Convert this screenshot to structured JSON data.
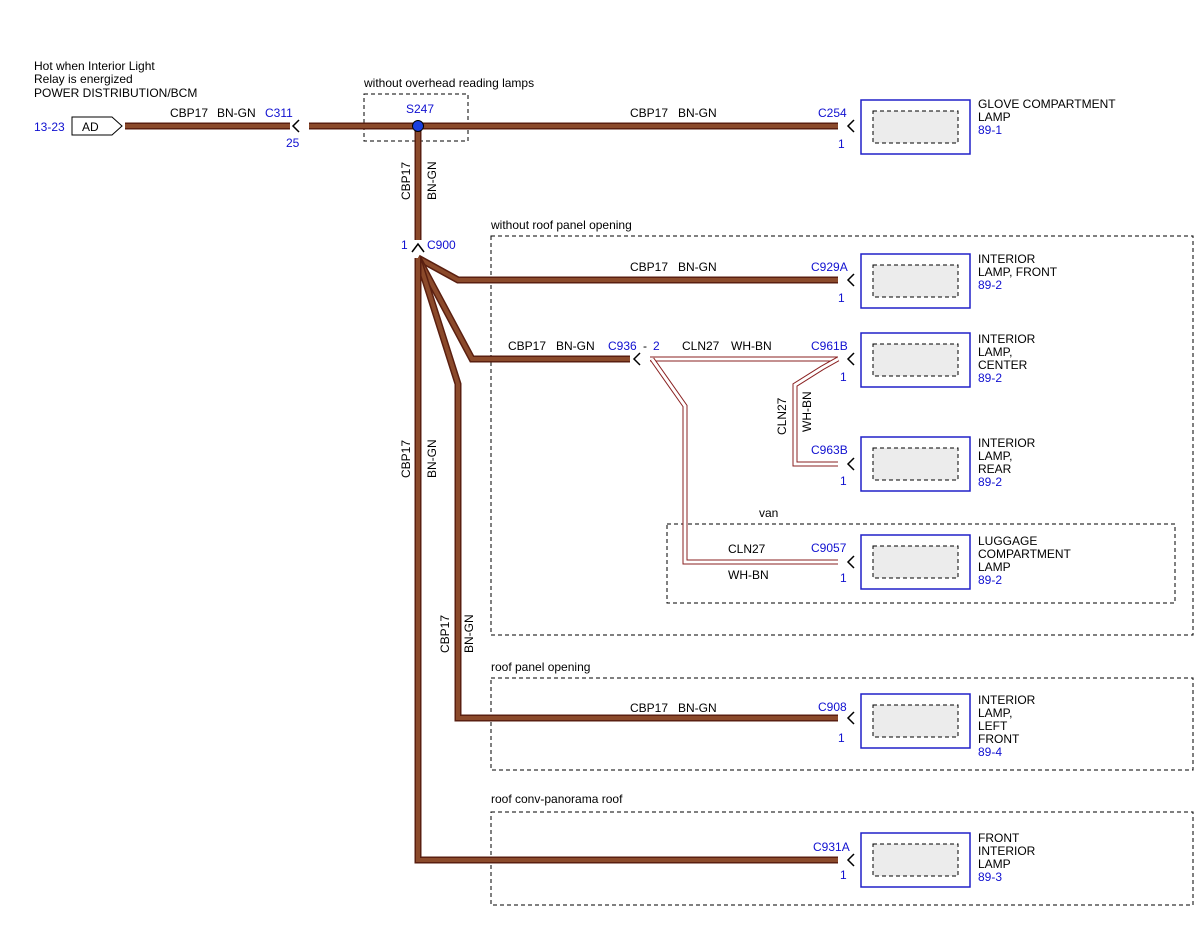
{
  "header": {
    "hot_line1": "Hot when Interior Light",
    "hot_line2": "Relay is energized",
    "hot_line3": "POWER DISTRIBUTION/BCM"
  },
  "source": {
    "ref": "13-23",
    "label": "AD"
  },
  "circuits": {
    "cbp17": "CBP17",
    "bn_gn": "BN-GN",
    "cln27": "CLN27",
    "wh_bn": "WH-BN"
  },
  "connectors": {
    "c311": "C311",
    "c311_pin": "25",
    "s247": "S247",
    "c254": "C254",
    "c254_pin": "1",
    "c900": "C900",
    "c900_pin": "1",
    "c929a": "C929A",
    "c929a_pin": "1",
    "c936": "C936",
    "c936_pin": "2",
    "c961b": "C961B",
    "c961b_pin": "1",
    "c963b": "C963B",
    "c963b_pin": "1",
    "c9057": "C9057",
    "c9057_pin": "1",
    "c908": "C908",
    "c908_pin": "1",
    "c931a": "C931A",
    "c931a_pin": "1"
  },
  "groups": {
    "no_overhead": "without overhead reading lamps",
    "no_roof_panel": "without roof panel opening",
    "van": "van",
    "roof_panel": "roof panel opening",
    "roof_conv": "roof conv-panorama roof"
  },
  "components": {
    "glove": {
      "l1": "GLOVE COMPARTMENT",
      "l2": "LAMP",
      "ref": "89-1"
    },
    "front": {
      "l1": "INTERIOR",
      "l2": "LAMP, FRONT",
      "ref": "89-2"
    },
    "center": {
      "l1": "INTERIOR",
      "l2": "LAMP,",
      "l3": "CENTER",
      "ref": "89-2"
    },
    "rear": {
      "l1": "INTERIOR",
      "l2": "LAMP,",
      "l3": "REAR",
      "ref": "89-2"
    },
    "luggage": {
      "l1": "LUGGAGE",
      "l2": "COMPARTMENT",
      "l3": "LAMP",
      "ref": "89-2"
    },
    "left_front": {
      "l1": "INTERIOR",
      "l2": "LAMP,",
      "l3": "LEFT",
      "l4": "FRONT",
      "ref": "89-4"
    },
    "front_interior": {
      "l1": "FRONT",
      "l2": "INTERIOR",
      "l3": "LAMP",
      "ref": "89-3"
    }
  },
  "colors": {
    "wire_dark": "#5a1f10",
    "wire_light": "#8b4a2b",
    "connector_blue": "#1010d0",
    "splice_blue": "#1a3fe0",
    "cln_red": "#8a2020"
  }
}
